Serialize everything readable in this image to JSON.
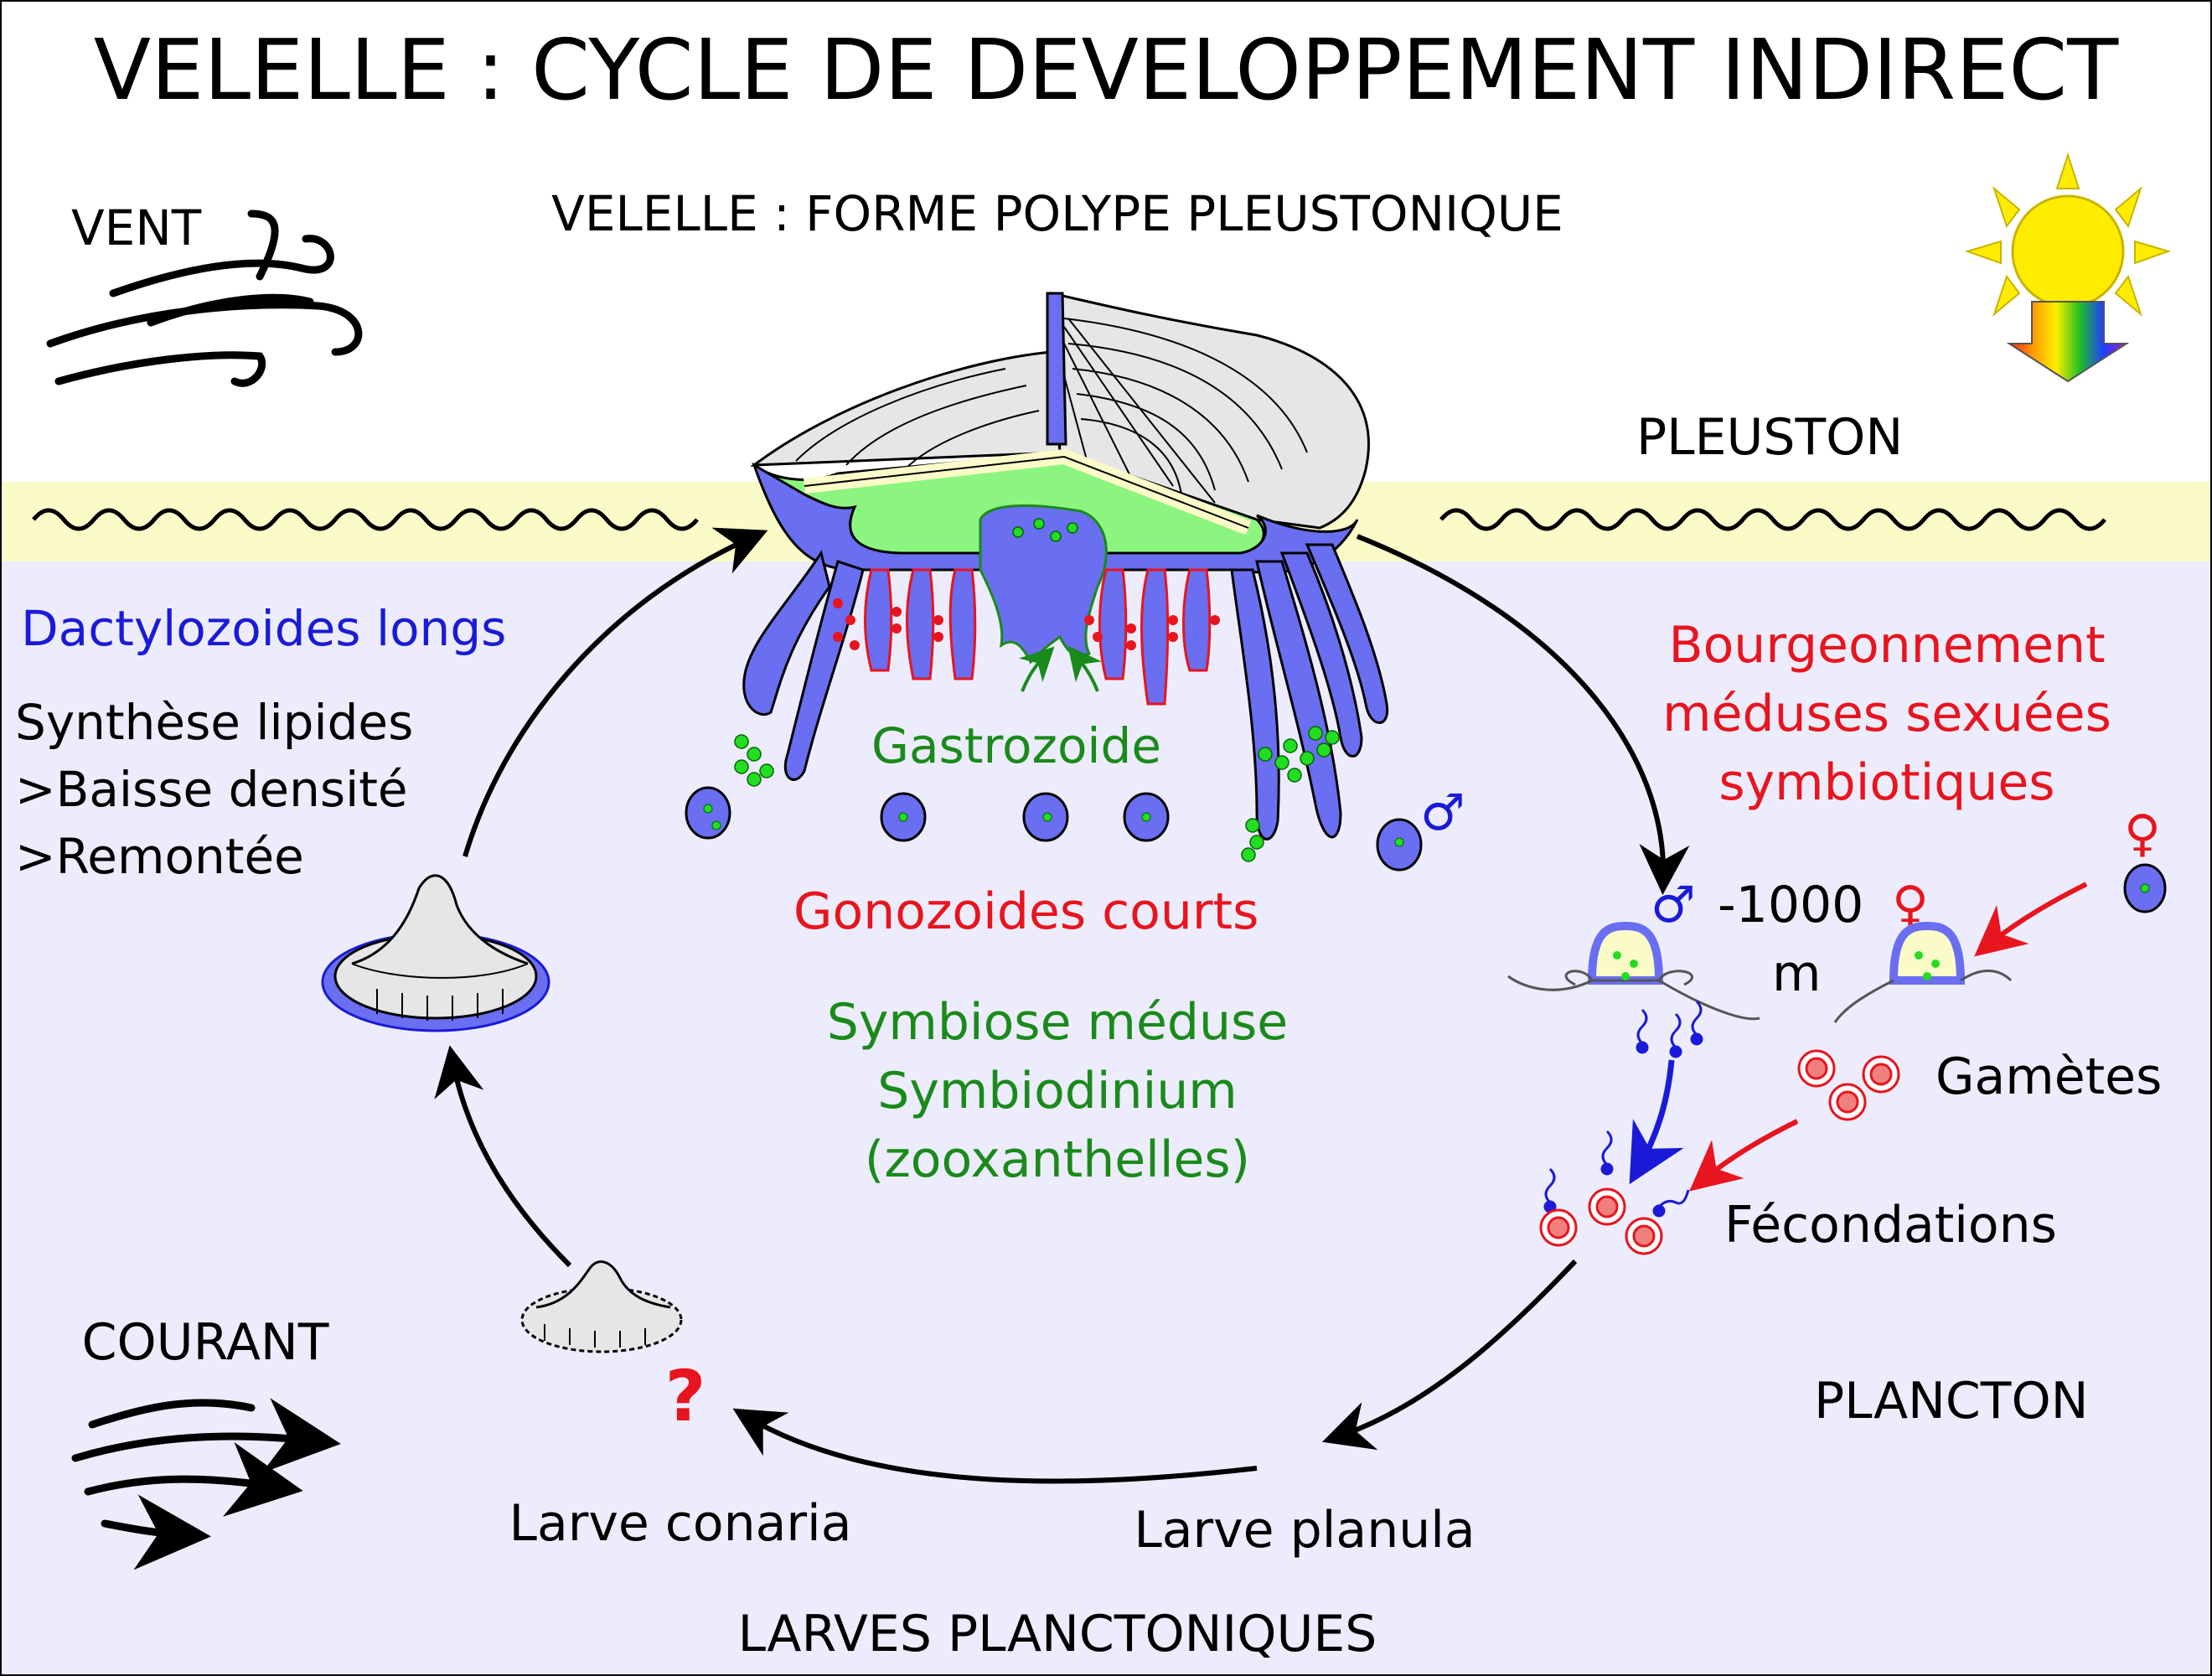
{
  "title": "VELELLE : CYCLE DE DEVELOPPEMENT INDIRECT",
  "subtitle": "VELELLE : FORME POLYPE PLEUSTONIQUE",
  "zones": {
    "pleuston": "PLEUSTON",
    "plancton": "PLANCTON",
    "larves": "LARVES PLANCTONIQUES"
  },
  "environment": {
    "wind": "VENT",
    "current": "COURANT"
  },
  "polyp": {
    "dactylozoides": "Dactylozoides longs",
    "synthese": [
      ">Baisse densité",
      ">Remontée"
    ],
    "synthese_title": "Synthèse lipides",
    "gastrozoide": "Gastrozoide",
    "gonozoides": "Gonozoides courts",
    "symbiose": [
      "Symbiose méduse",
      "Symbiodinium",
      "(zooxanthelles)"
    ]
  },
  "reproduction": {
    "bourgeonnement": [
      "Bourgeonnement",
      "méduses sexuées",
      "symbiotiques"
    ],
    "depth": [
      "-1000",
      "m"
    ],
    "male_symbol": "♂",
    "female_symbol": "♀",
    "gametes": "Gamètes",
    "fecondations": "Fécondations"
  },
  "larvae": {
    "planula": "Larve planula",
    "conaria": "Larve conaria",
    "unknown": "?"
  },
  "colors": {
    "sea": "#ececfc",
    "surface": "#fbfbc8",
    "polyp_blue": "#6a6ef0",
    "gut_green": "#8cf580",
    "sail_grey": "#e6e6e6",
    "red": "#e8141e",
    "green_text": "#1a8a1a",
    "blue_text": "#1a1ad8",
    "sun": "#ffec00"
  }
}
